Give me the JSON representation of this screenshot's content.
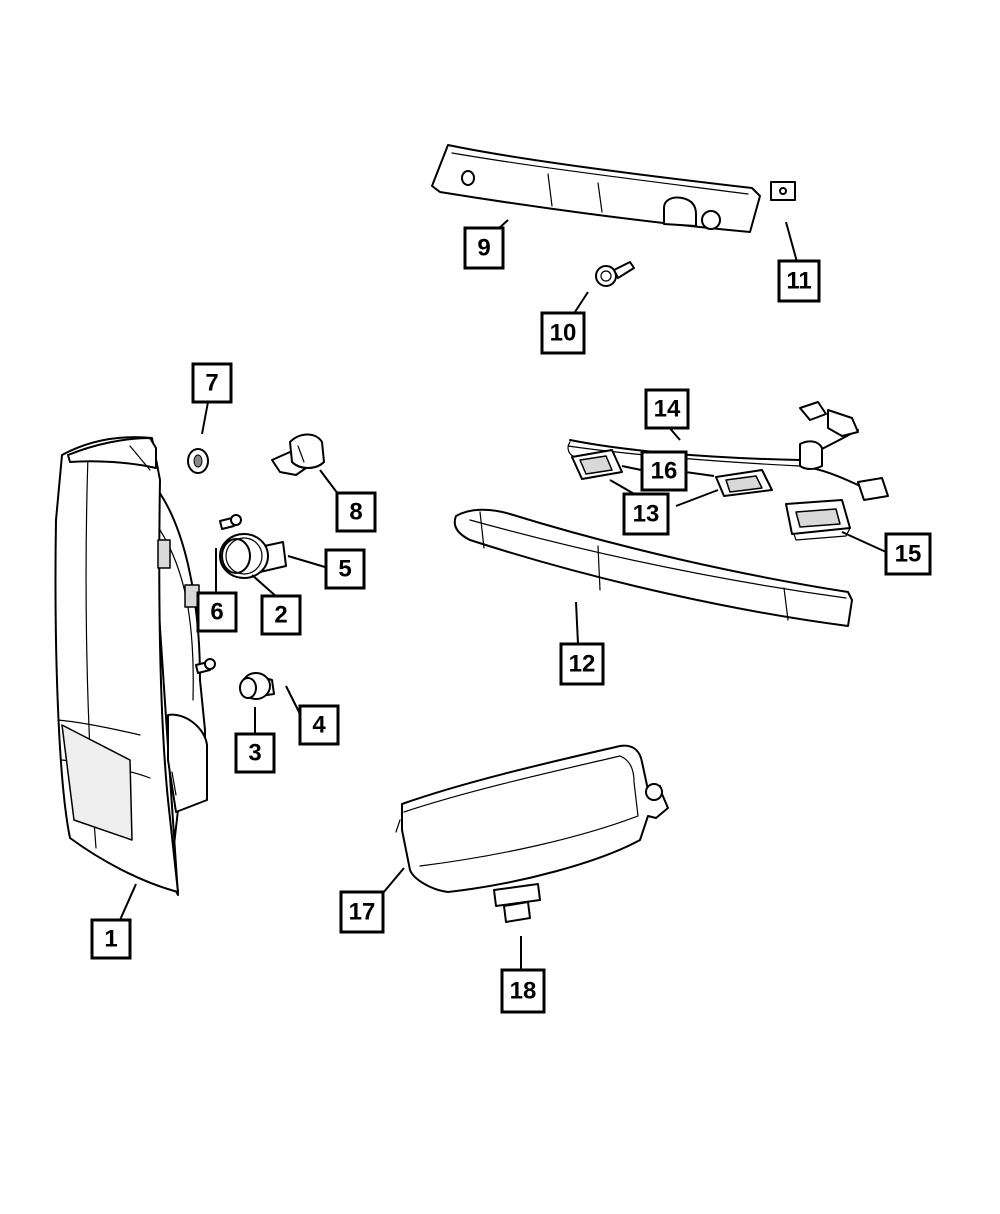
{
  "diagram": {
    "callouts": [
      {
        "id": "1",
        "label": "1"
      },
      {
        "id": "2",
        "label": "2"
      },
      {
        "id": "3",
        "label": "3"
      },
      {
        "id": "4",
        "label": "4"
      },
      {
        "id": "5",
        "label": "5"
      },
      {
        "id": "6",
        "label": "6"
      },
      {
        "id": "7",
        "label": "7"
      },
      {
        "id": "8",
        "label": "8"
      },
      {
        "id": "9",
        "label": "9"
      },
      {
        "id": "10",
        "label": "10"
      },
      {
        "id": "11",
        "label": "11"
      },
      {
        "id": "12",
        "label": "12"
      },
      {
        "id": "13",
        "label": "13"
      },
      {
        "id": "14",
        "label": "14"
      },
      {
        "id": "15",
        "label": "15"
      },
      {
        "id": "16",
        "label": "16"
      },
      {
        "id": "17",
        "label": "17"
      },
      {
        "id": "18",
        "label": "18"
      }
    ]
  }
}
